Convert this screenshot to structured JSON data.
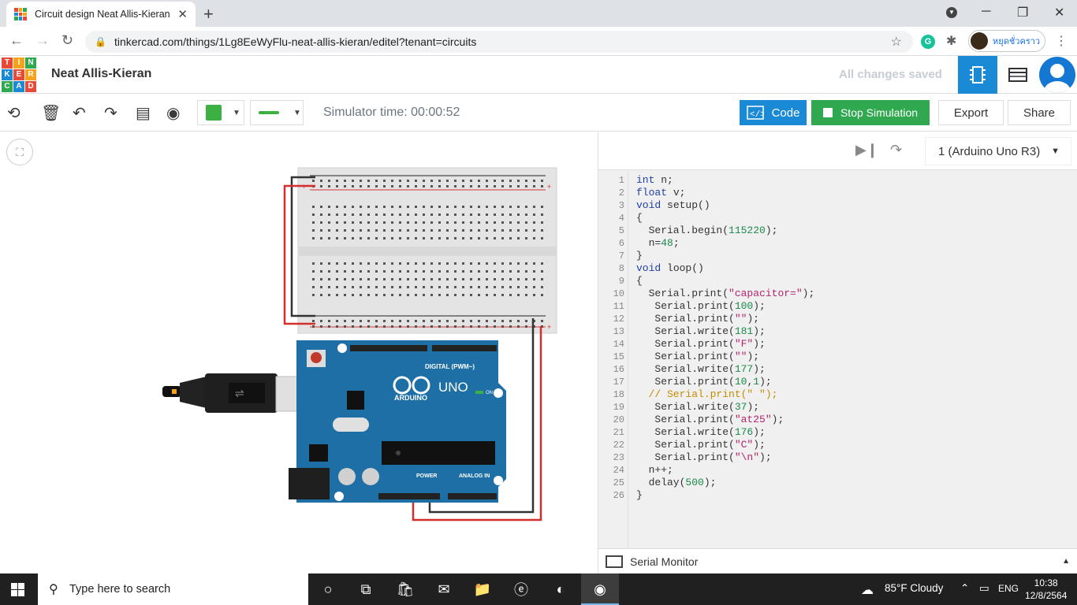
{
  "browser": {
    "tab_title": "Circuit design Neat Allis-Kieran |",
    "url": "tinkercad.com/things/1Lg8EeWyFlu-neat-allis-kieran/editel?tenant=circuits",
    "profile_name": "หยุดชั่วคราว"
  },
  "logo": [
    "T",
    "I",
    "N",
    "K",
    "E",
    "R",
    "C",
    "A",
    "D"
  ],
  "header": {
    "project_name": "Neat Allis-Kieran",
    "save_status": "All changes saved"
  },
  "toolbar": {
    "simulator_time": "Simulator time: 00:00:52",
    "code_label": "Code",
    "stop_label": "Stop Simulation",
    "export_label": "Export",
    "share_label": "Share",
    "color": "#3cb043"
  },
  "code_panel": {
    "device": "1 (Arduino Uno R3)",
    "serial_monitor": "Serial Monitor",
    "lines": [
      "int n;",
      "float v;",
      "void setup()",
      "{",
      "  Serial.begin(115220);",
      "  n=48;",
      "}",
      "void loop()",
      "{",
      "  Serial.print(\"capacitor=\");",
      "   Serial.print(100);",
      "   Serial.print(\"\");",
      "   Serial.write(181);",
      "   Serial.print(\"F\");",
      "   Serial.print(\"\");",
      "   Serial.write(177);",
      "   Serial.print(10,1);",
      "  // Serial.print(\" \");",
      "   Serial.write(37);",
      "   Serial.print(\"at25\");",
      "   Serial.write(176);",
      "   Serial.print(\"C\");",
      "   Serial.print(\"\\n\");",
      "  n++;",
      "  delay(500);",
      "}"
    ]
  },
  "arduino": {
    "model": "UNO",
    "brand": "ARDUINO",
    "digital_label": "DIGITAL (PWM~)",
    "power_label": "POWER",
    "analog_label": "ANALOG IN",
    "on_label": "ON"
  },
  "taskbar": {
    "search_placeholder": "Type here to search",
    "weather": "85°F  Cloudy",
    "lang": "ENG",
    "time": "10:38",
    "date": "12/8/2564"
  }
}
